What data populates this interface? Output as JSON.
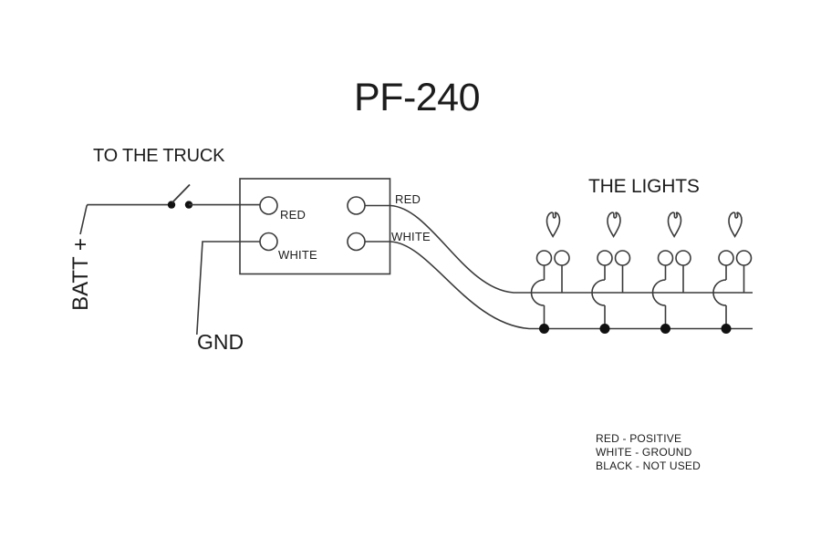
{
  "title": "PF-240",
  "truck_section": {
    "heading": "TO THE TRUCK",
    "battery_label": "BATT +",
    "ground_label": "GND"
  },
  "controller": {
    "input_red_label": "RED",
    "input_white_label": "WHITE",
    "output_red_label": "RED",
    "output_white_label": "WHITE"
  },
  "lights_section": {
    "heading": "THE LIGHTS",
    "light_count": 4
  },
  "legend": {
    "lines": [
      "RED - POSITIVE",
      "WHITE - GROUND",
      "BLACK - NOT USED"
    ]
  },
  "colors": {
    "wire": "#3a3a3a",
    "text": "#1c1c1c",
    "junction_dot": "#111111",
    "background": "#ffffff"
  }
}
